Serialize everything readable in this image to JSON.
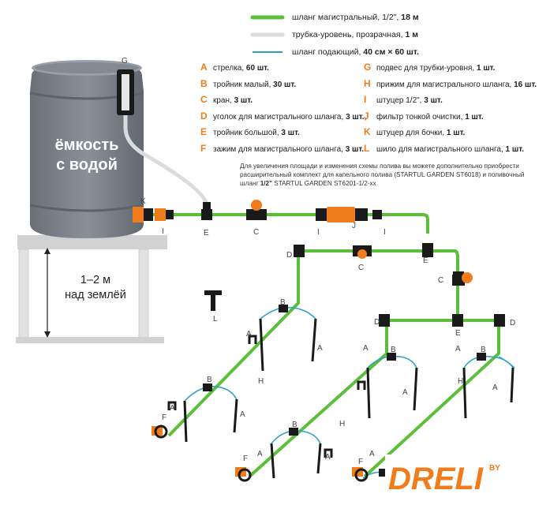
{
  "legend": [
    {
      "label": "шланг магистральный, 1/2\", ",
      "qty": "18 м",
      "color": "#5cbf3a"
    },
    {
      "label": "трубка-уровень, прозрачная, ",
      "qty": "1 м",
      "color": "#dcdcdc"
    },
    {
      "label": "шланг подающий, ",
      "qty": "40 см × 60 шт.",
      "color": "#2a9fc9"
    }
  ],
  "parts_left": [
    {
      "letter": "A",
      "name": "стрелка, ",
      "qty": "60 шт."
    },
    {
      "letter": "B",
      "name": "тройник малый, ",
      "qty": "30 шт."
    },
    {
      "letter": "C",
      "name": "кран, ",
      "qty": "3 шт."
    },
    {
      "letter": "D",
      "name": "уголок для магистрального шланга, ",
      "qty": "3 шт.,"
    },
    {
      "letter": "E",
      "name": "тройник большой, ",
      "qty": "3 шт."
    },
    {
      "letter": "F",
      "name": "зажим для магистрального шланга, ",
      "qty": "3 шт."
    }
  ],
  "parts_right": [
    {
      "letter": "G",
      "name": "подвес для трубки-уровня, ",
      "qty": "1 шт."
    },
    {
      "letter": "H",
      "name": "прижим для магистрального шланга, ",
      "qty": "16 шт."
    },
    {
      "letter": "I",
      "name": "штуцер 1/2\", ",
      "qty": "3 шт."
    },
    {
      "letter": "J",
      "name": "фильтр тонкой очистки, ",
      "qty": "1 шт."
    },
    {
      "letter": "K",
      "name": "штуцер для бочки, ",
      "qty": "1 шт."
    },
    {
      "letter": "L",
      "name": "шило для магистрального шланга, ",
      "qty": "1 шт."
    }
  ],
  "note": {
    "text": "Для увеличения площади и изменения схемы полива вы можете дополнительно приобрести расширительный комплект для капельного полива (STARTUL GARDEN ST6018) и поливочный шланг ",
    "bold": "1/2\"",
    "tail": " STARTUL GARDEN ST6201-1/2-xx"
  },
  "tank": {
    "line1": "ёмкость",
    "line2": "с водой"
  },
  "height": {
    "line1": "1–2 м",
    "line2": "над землёй"
  },
  "labels": {
    "A": "A",
    "B": "B",
    "C": "C",
    "D": "D",
    "E": "E",
    "F": "F",
    "G": "G",
    "H": "H",
    "I": "I",
    "J": "J",
    "K": "K",
    "L": "L"
  },
  "logo": {
    "text": "DRELI",
    "by": "BY"
  },
  "colors": {
    "main_hose": "#5cbf3a",
    "level_tube": "#dcdcdc",
    "feed_hose": "#2a9fc9",
    "accent": "#f07c1b",
    "tank": "#7a8189",
    "fitting": "#1a1a1a"
  }
}
